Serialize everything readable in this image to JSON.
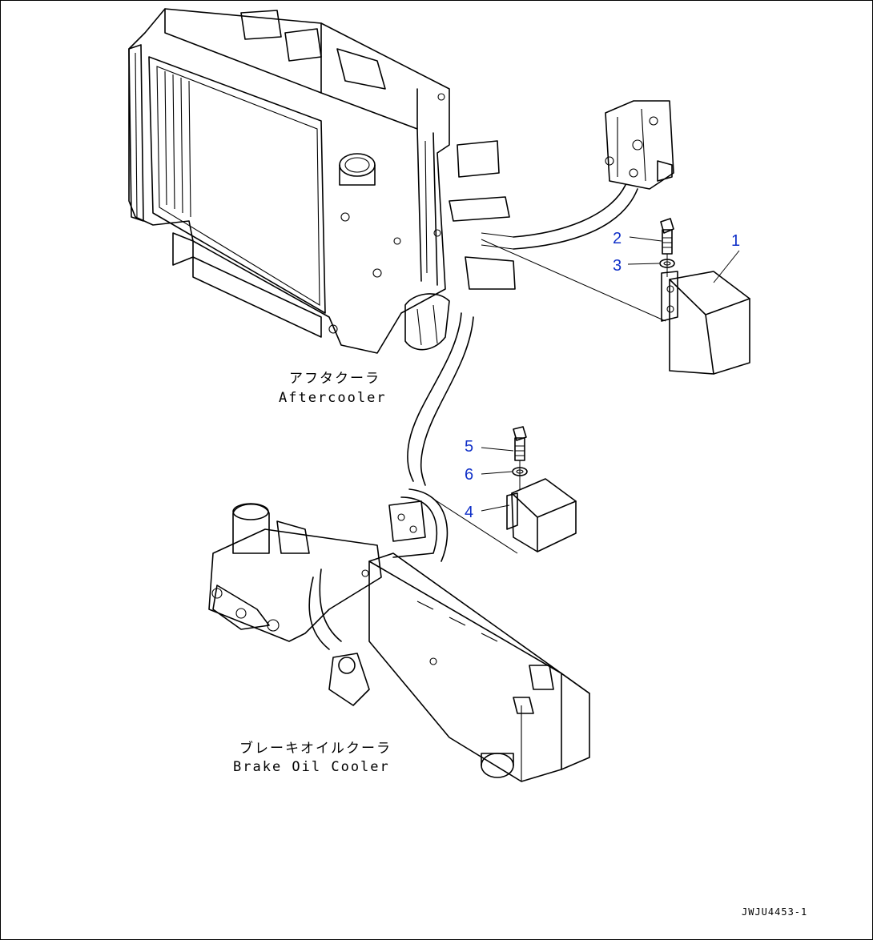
{
  "labels": {
    "aftercooler_jp": "アフタクーラ",
    "aftercooler_en": "Aftercooler",
    "brake_jp": "ブレーキオイルクーラ",
    "brake_en": "Brake Oil Cooler",
    "doc_id": "JWJU4453-1"
  },
  "callouts": [
    "1",
    "2",
    "3",
    "4",
    "5",
    "6"
  ],
  "colors": {
    "callout": "#1030c8",
    "line": "#000000"
  }
}
